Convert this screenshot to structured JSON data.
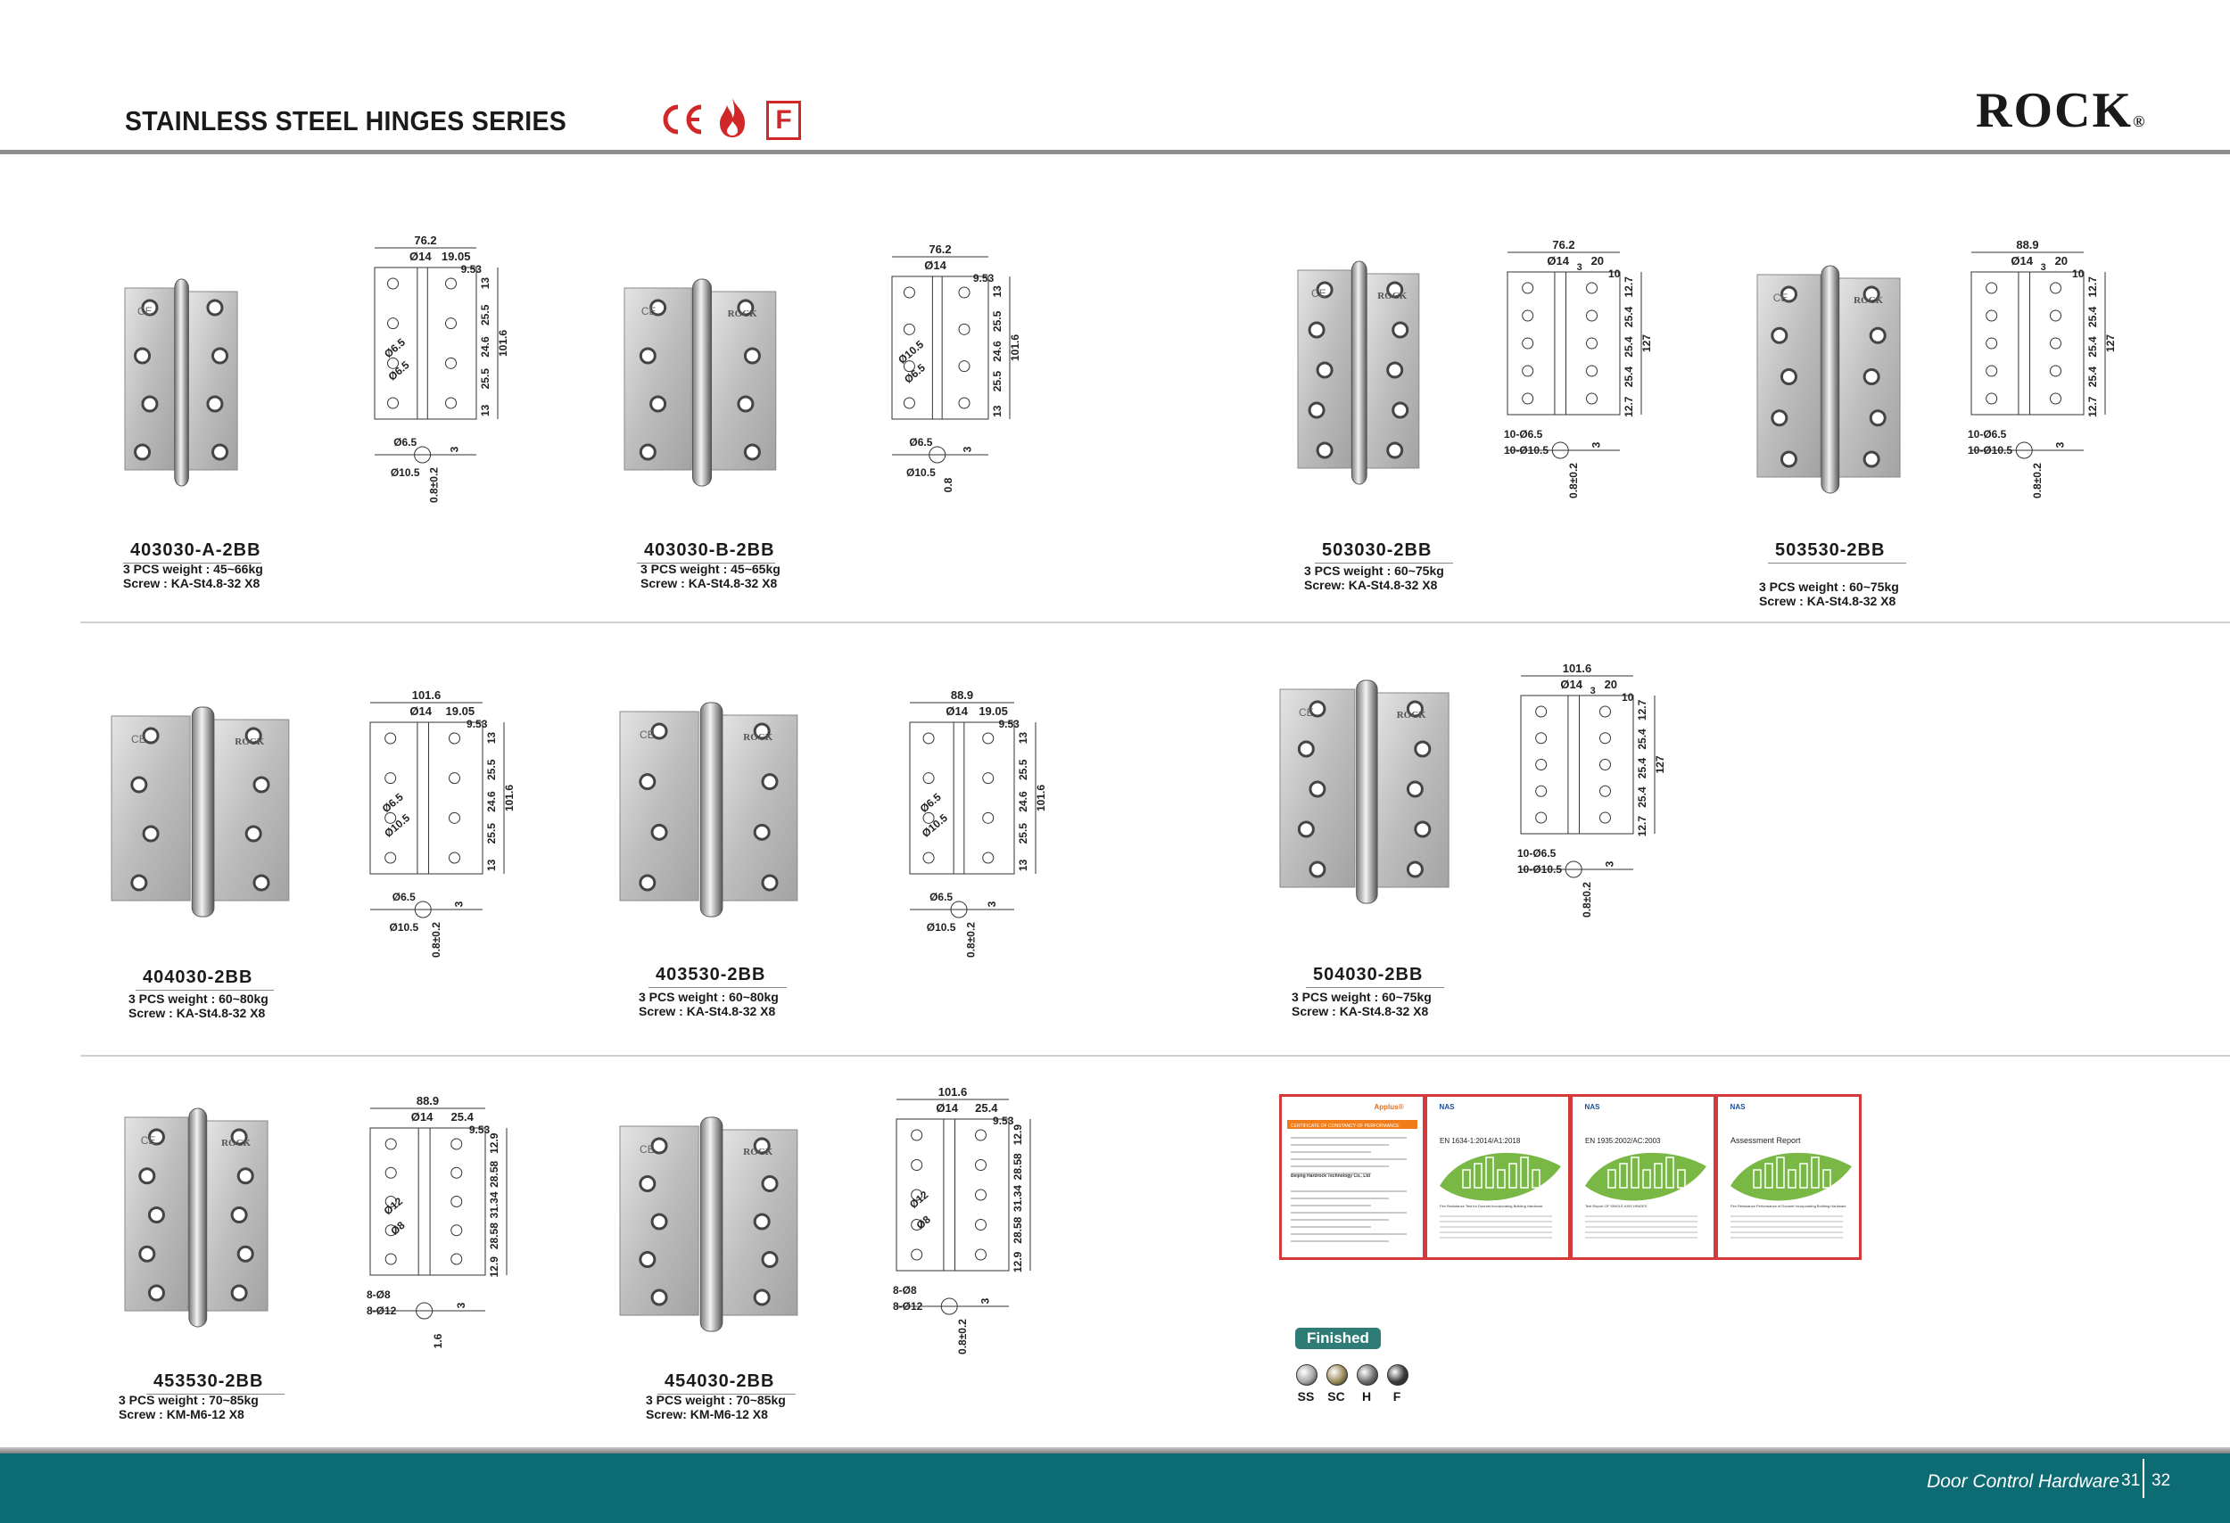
{
  "header": {
    "title": "STAINLESS STEEL HINGES SERIES",
    "ce_mark": "CE",
    "fire_rating_letter": "F",
    "brand": "ROCK",
    "registered_mark": "®"
  },
  "products": [
    {
      "model": "403030-A-2BB",
      "weight": "3 PCS  weight : 45~66kg",
      "screw": "Screw : KA-St4.8-32 X8",
      "dims": {
        "width": "76.2",
        "knuckle": "Ø14",
        "offset": "19.05",
        "leaf": "9.53",
        "h1": "13",
        "h2": "25.5",
        "h3": "24.6",
        "h4": "25.5",
        "h5": "13",
        "height": "101.6",
        "hole1": "Ø6.5",
        "hole2": "Ø6.5",
        "thick": "3",
        "csk": "Ø10.5",
        "tol": "0.8±0.2",
        "csk_small": "Ø6.5"
      }
    },
    {
      "model": "403030-B-2BB",
      "weight": "3 PCS  weight : 45~65kg",
      "screw": "Screw : KA-St4.8-32 X8",
      "dims": {
        "width": "76.2",
        "knuckle": "Ø14",
        "leaf": "9.53",
        "h1": "13",
        "h2": "25.5",
        "h3": "24.6",
        "h4": "25.5",
        "h5": "13",
        "height": "101.6",
        "hole1": "Ø10.5",
        "hole2": "Ø6.5",
        "thick": "3",
        "csk": "Ø10.5",
        "tol": "0.8",
        "csk_small": "Ø6.5"
      }
    },
    {
      "model": "503030-2BB",
      "weight": "3 PCS  weight : 60~75kg",
      "screw": "Screw: KA-St4.8-32 X8",
      "dims": {
        "width": "76.2",
        "knuckle": "Ø14",
        "offset": "20",
        "leaf": "10",
        "thick_top": "3",
        "h1": "12.7",
        "h2": "25.4",
        "h3": "25.4",
        "h4": "25.4",
        "h5": "12.7",
        "height": "127",
        "holes_a": "10-Ø6.5",
        "holes_b": "10-Ø10.5",
        "thick": "3",
        "tol": "0.8±0.2"
      }
    },
    {
      "model": "503530-2BB",
      "weight": "3 PCS  weight : 60~75kg",
      "screw": "Screw : KA-St4.8-32 X8",
      "dims": {
        "width": "88.9",
        "knuckle": "Ø14",
        "offset": "20",
        "leaf": "10",
        "thick_top": "3",
        "h1": "12.7",
        "h2": "25.4",
        "h3": "25.4",
        "h4": "25.4",
        "h5": "12.7",
        "height": "127",
        "holes_a": "10-Ø6.5",
        "holes_b": "10-Ø10.5",
        "thick": "3",
        "tol": "0.8±0.2"
      }
    },
    {
      "model": "404030-2BB",
      "weight": "3 PCS  weight : 60~80kg",
      "screw": "Screw : KA-St4.8-32 X8",
      "dims": {
        "width": "101.6",
        "knuckle": "Ø14",
        "offset": "19.05",
        "leaf": "9.53",
        "h1": "13",
        "h2": "25.5",
        "h3": "24.6",
        "h4": "25.5",
        "h5": "13",
        "height": "101.6",
        "hole1": "Ø6.5",
        "hole2": "Ø10.5",
        "thick": "3",
        "csk": "Ø10.5",
        "tol": "0.8±0.2",
        "csk_small": "Ø6.5"
      }
    },
    {
      "model": "403530-2BB",
      "weight": "3 PCS  weight : 60~80kg",
      "screw": "Screw : KA-St4.8-32 X8",
      "dims": {
        "width": "88.9",
        "knuckle": "Ø14",
        "offset": "19.05",
        "leaf": "9.53",
        "h1": "13",
        "h2": "25.5",
        "h3": "24.6",
        "h4": "25.5",
        "h5": "13",
        "height": "101.6",
        "hole1": "Ø6.5",
        "hole2": "Ø10.5",
        "thick": "3",
        "csk": "Ø10.5",
        "tol": "0.8±0.2",
        "csk_small": "Ø6.5"
      }
    },
    {
      "model": "504030-2BB",
      "weight": "3 PCS  weight : 60~75kg",
      "screw": "Screw : KA-St4.8-32 X8",
      "dims": {
        "width": "101.6",
        "knuckle": "Ø14",
        "offset": "20",
        "leaf": "10",
        "thick_top": "3",
        "h1": "12.7",
        "h2": "25.4",
        "h3": "25.4",
        "h4": "25.4",
        "h5": "12.7",
        "height": "127",
        "holes_a": "10-Ø6.5",
        "holes_b": "10-Ø10.5",
        "thick": "3",
        "tol": "0.8±0.2"
      }
    },
    {
      "model": "453530-2BB",
      "weight": "3 PCS  weight : 70~85kg",
      "screw": "Screw : KM-M6-12 X8",
      "dims": {
        "width": "88.9",
        "knuckle": "Ø14",
        "offset": "25.4",
        "leaf": "9.53",
        "h1": "12.9",
        "h2": "28.58",
        "h3": "31.34",
        "h4": "28.58",
        "h5": "12.9",
        "hole1": "Ø12",
        "hole2": "Ø8",
        "thick": "3",
        "holes_a": "8-Ø8",
        "holes_b": "8-Ø12",
        "tol": "1.6"
      }
    },
    {
      "model": "454030-2BB",
      "weight": "3 PCS  weight : 70~85kg",
      "screw": "Screw:  KM-M6-12 X8",
      "dims": {
        "width": "101.6",
        "knuckle": "Ø14",
        "offset": "25.4",
        "leaf": "9.53",
        "h1": "12.9",
        "h2": "28.58",
        "h3": "31.34",
        "h4": "28.58",
        "h5": "12.9",
        "hole1": "Ø12",
        "hole2": "Ø8",
        "thick": "3",
        "holes_a": "8-Ø8",
        "holes_b": "8-Ø12",
        "tol": "0.8±0.2"
      }
    }
  ],
  "certificates": [
    {
      "heading": "CERTIFICATE OF CONSTANCY OF PERFORMANCE",
      "logo": "Applus®",
      "company": "Beijing Hardrock Technology Co., Ltd"
    },
    {
      "heading": "EN 1634-1:2014/A1:2018",
      "logo": "NAS",
      "subtitle": "Fire Resistance Test for Doorset Incorporating Building Hardware"
    },
    {
      "heading": "EN 1935:2002/AC:2003",
      "logo": "NAS",
      "subtitle": "Test Report OF SINGLE AXIS HINGES"
    },
    {
      "heading": "Assessment Report",
      "logo": "NAS",
      "subtitle": "Fire Resistance Performance of Doorset Incorporating Building Hardware"
    }
  ],
  "finishes": {
    "label": "Finished",
    "items": [
      {
        "code": "SS",
        "color": "#a7a7a7"
      },
      {
        "code": "SC",
        "color": "#9a8a55"
      },
      {
        "code": "H",
        "color": "#6e6e6e"
      },
      {
        "code": "F",
        "color": "#3a3a3a"
      }
    ]
  },
  "footer": {
    "text": "Door Control Hardware",
    "page_left": "31",
    "page_right": "32"
  }
}
